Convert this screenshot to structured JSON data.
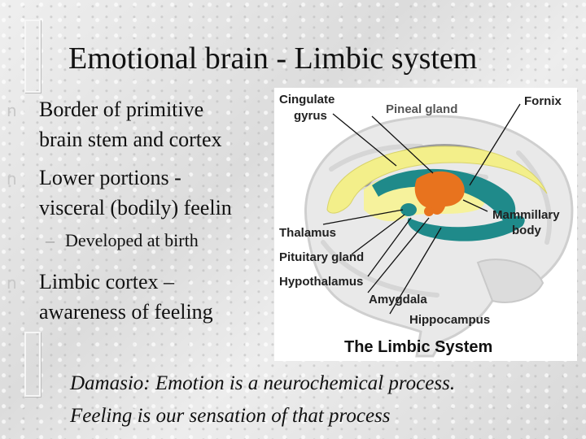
{
  "slide": {
    "title": "Emotional brain - Limbic system",
    "bullets": [
      {
        "lines": [
          "Border of primitive",
          "brain stem and cortex"
        ]
      },
      {
        "lines": [
          "Lower portions -",
          "visceral (bodily) feelin"
        ]
      },
      {
        "lines": [
          "Limbic cortex –",
          "awareness of feeling"
        ]
      }
    ],
    "bullet_marker": "n",
    "sub_marker": "–",
    "sub_bullet": "Developed at birth",
    "quote_lines": [
      "Damasio: Emotion is a neurochemical process.",
      "Feeling is our sensation of that process"
    ]
  },
  "figure": {
    "caption": "The Limbic System",
    "labels": {
      "cingulate": [
        "Cingulate",
        "gyrus"
      ],
      "pineal": "Pineal gland",
      "fornix": "Fornix",
      "mammillary": [
        "Mammillary",
        "body"
      ],
      "thalamus": "Thalamus",
      "pituitary": "Pituitary gland",
      "hypothalamus": "Hypothalamus",
      "amygdala": "Amygdala",
      "hippocampus": "Hippocampus"
    },
    "colors": {
      "teal": "#1f8a8a",
      "orange": "#e8731e",
      "yellow": "#f3ef8a",
      "gray": "#9a9a9a"
    }
  }
}
